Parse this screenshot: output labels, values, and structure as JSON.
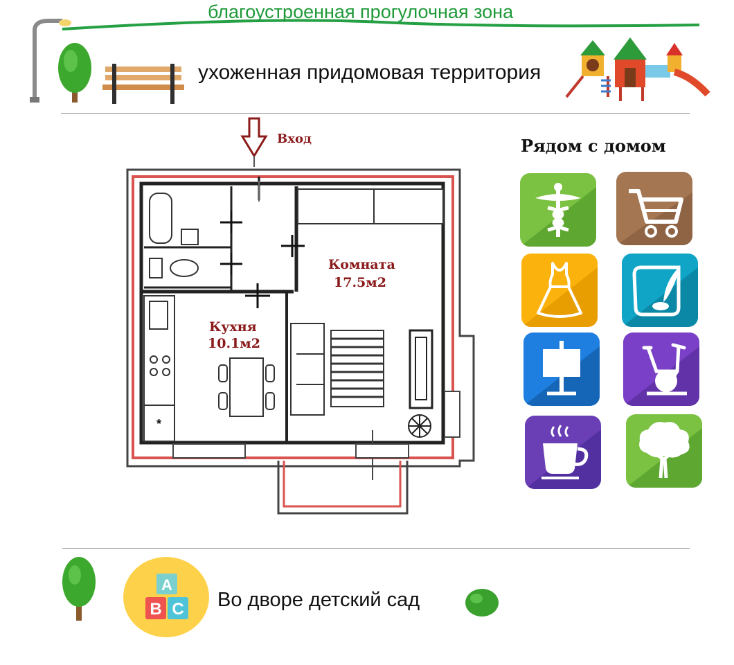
{
  "header": {
    "park_zone": "благоустроенная прогулочная зона",
    "territory": "ухоженная придомовая территория"
  },
  "plan": {
    "entrance": "Вход",
    "room_name": "Комната",
    "room_area": "17.5м2",
    "kitchen_name": "Кухня",
    "kitchen_area": "10.1м2",
    "fridge_mark": "*"
  },
  "nearby": {
    "title": "Рядом с домом",
    "tiles": [
      {
        "icon": "medicine-icon",
        "color": "#7cc242"
      },
      {
        "icon": "shopping-cart-icon",
        "color": "#a47651"
      },
      {
        "icon": "dress-icon",
        "color": "#fbb20c"
      },
      {
        "icon": "quill-scroll-icon",
        "color": "#10a5c6"
      },
      {
        "icon": "easel-icon",
        "color": "#1f7fe0"
      },
      {
        "icon": "exercise-bike-icon",
        "color": "#7a40c8"
      },
      {
        "icon": "coffee-cup-icon",
        "color": "#6a3fb5"
      },
      {
        "icon": "tree-icon",
        "color": "#7cc242"
      }
    ]
  },
  "footer": {
    "kindergarten": "Во дворе детский сад",
    "blocks": [
      "A",
      "B",
      "C"
    ]
  }
}
